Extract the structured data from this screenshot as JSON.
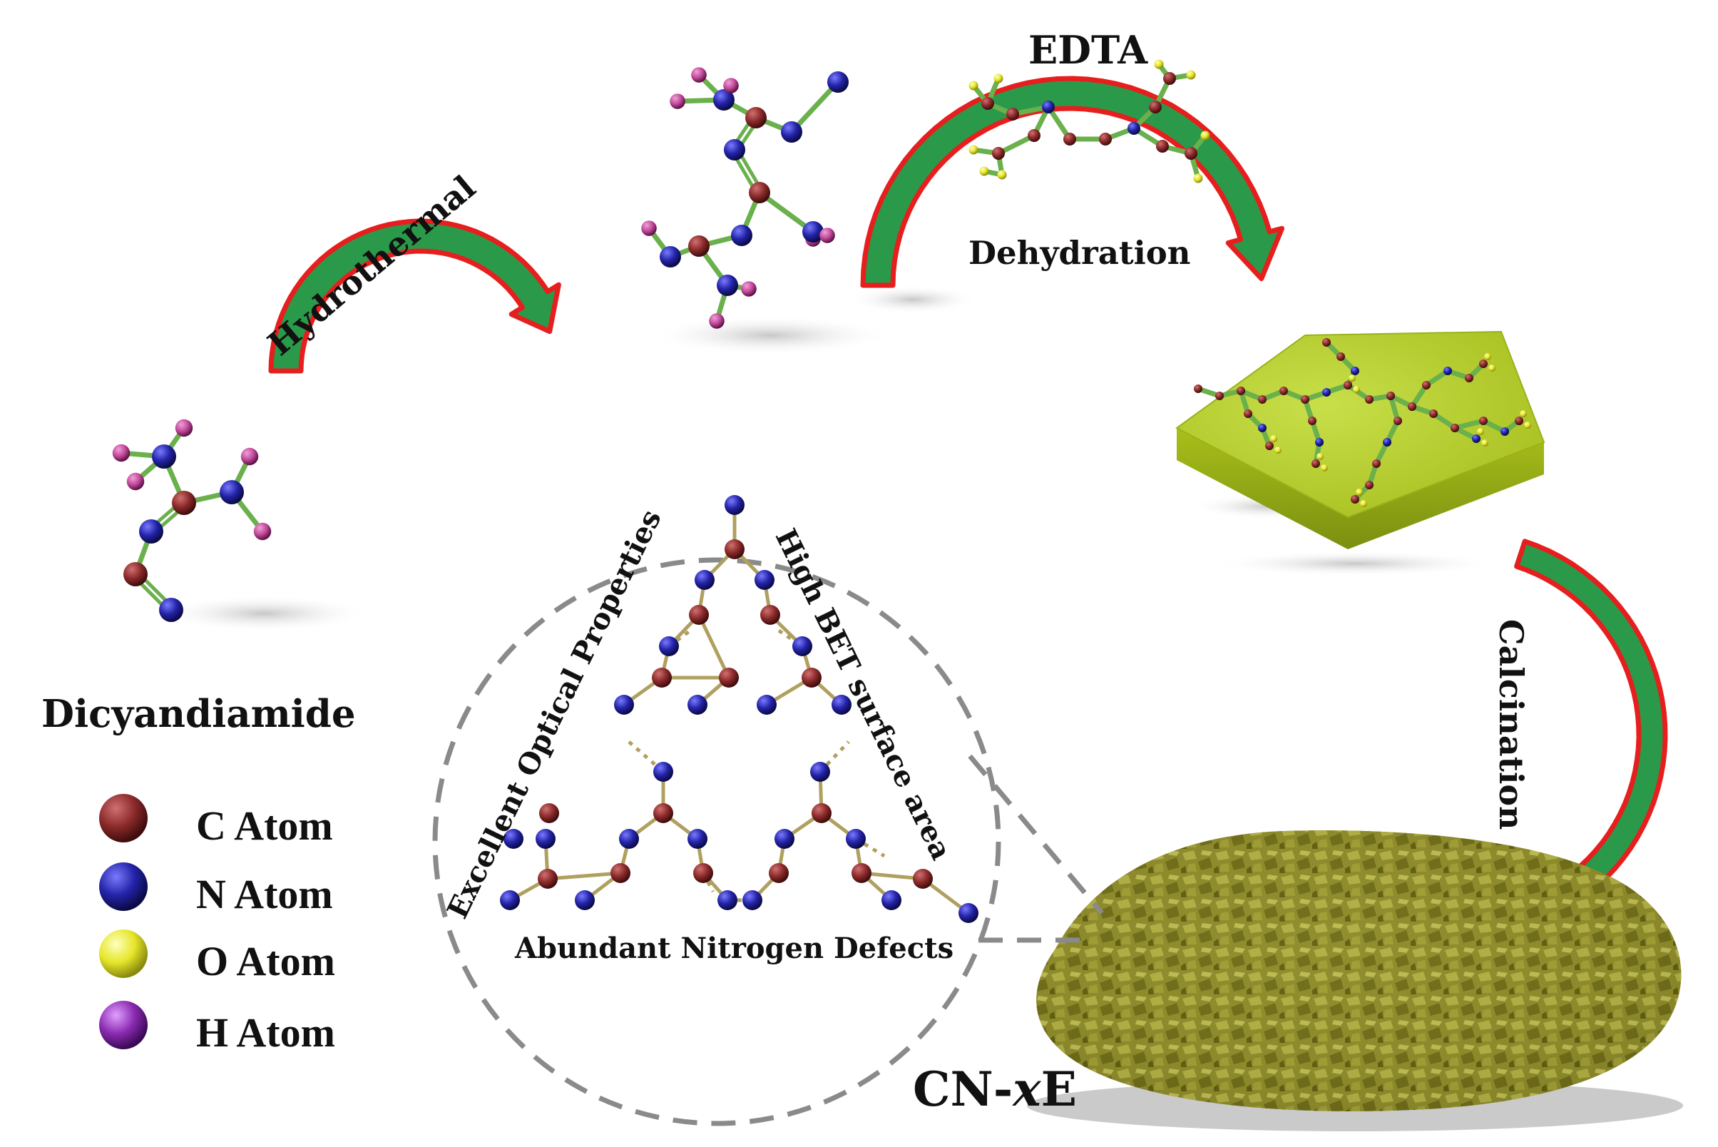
{
  "labels": {
    "hydrothermal": "Hydrothermal",
    "edta": "EDTA",
    "dehydration": "Dehydration",
    "calcination": "Calcination",
    "dicyandiamide": "Dicyandiamide",
    "product_prefix": "CN-",
    "product_var": "x",
    "product_suffix": "E",
    "optical": "Excellent Optical Properties",
    "bet": "High BET surface area",
    "defects": "Abundant Nitrogen Defects"
  },
  "legend": [
    {
      "label": "C Atom",
      "color": "#8b2a2a"
    },
    {
      "label": "N Atom",
      "color": "#2a2aa8"
    },
    {
      "label": "O Atom",
      "color": "#e6e62a"
    },
    {
      "label": "H Atom",
      "color": "#8a2ab0"
    }
  ],
  "colors": {
    "carbon": "#8b2a2a",
    "nitrogen": "#2a2aa8",
    "oxygen": "#e6e62a",
    "hydrogen": "#c24a9a",
    "bond": "#6ab04c",
    "arrow_fill": "#2a9a4a",
    "arrow_edge": "#e61e1e",
    "plate": "#b8cf2a",
    "product": "#8c8a2a",
    "circle_dash": "#8a8a8a"
  }
}
